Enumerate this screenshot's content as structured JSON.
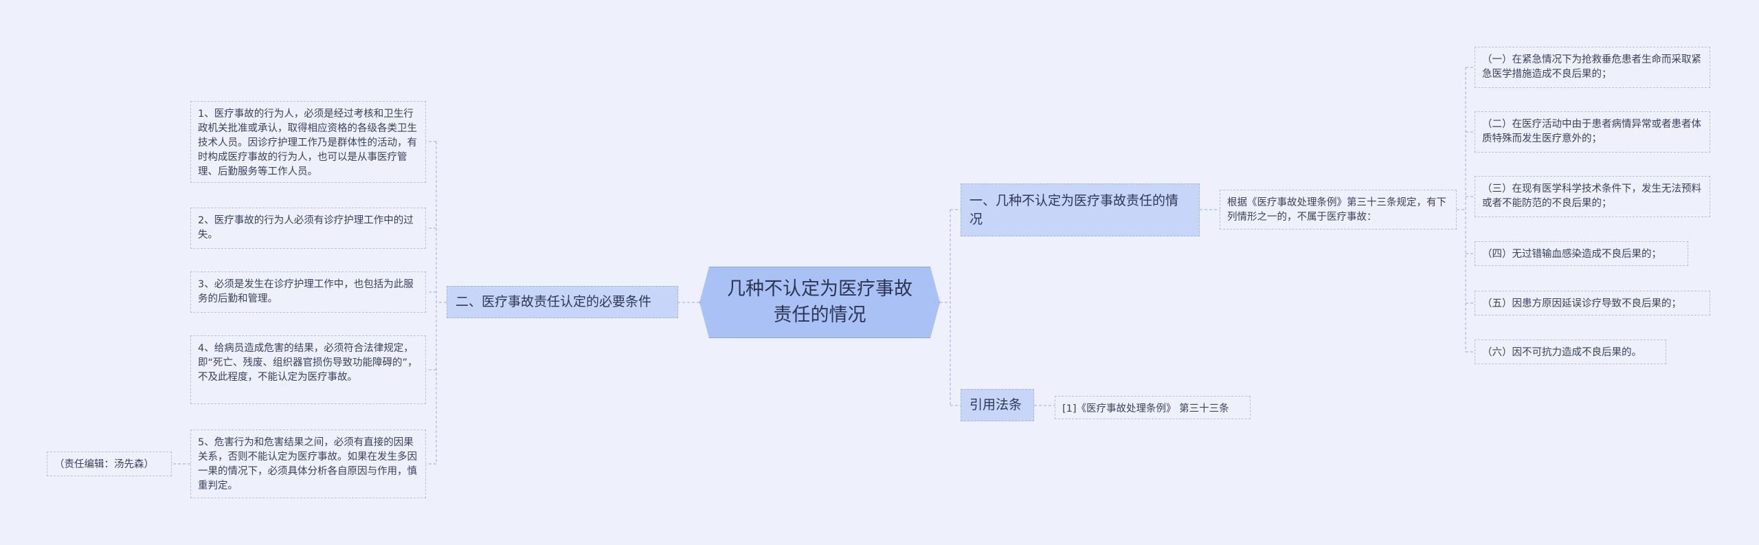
{
  "colors": {
    "background": "#eef1fb",
    "root_fill": "#a9c1f5",
    "branch_fill": "#c7d6f8",
    "connector": "#a8b8da"
  },
  "root": {
    "label": "几种不认定为医疗事故责任的情况"
  },
  "branches": {
    "situations": {
      "label": "一、几种不认定为医疗事故责任的情况",
      "intro": "根据《医疗事故处理条例》第三十三条规定，有下列情形之一的，不属于医疗事故：",
      "cases": [
        "（一）在紧急情况下为抢救垂危患者生命而采取紧急医学措施造成不良后果的；",
        "（二）在医疗活动中由于患者病情异常或者患者体质特殊而发生医疗意外的；",
        "（三）在现有医学科学技术条件下，发生无法预料或者不能防范的不良后果的；",
        "（四）无过错输血感染造成不良后果的；",
        "（五）因患方原因延误诊疗导致不良后果的；",
        "（六）因不可抗力造成不良后果的。"
      ]
    },
    "conditions": {
      "label": "二、医疗事故责任认定的必要条件",
      "items": [
        "1、医疗事故的行为人，必须是经过考核和卫生行政机关批准或承认，取得相应资格的各级各类卫生技术人员。因诊疗护理工作乃是群体性的活动，有时构成医疗事故的行为人，也可以是从事医疗管理、后勤服务等工作人员。",
        "2、医疗事故的行为人必须有诊疗护理工作中的过失。",
        "3、必须是发生在诊疗护理工作中，也包括为此服务的后勤和管理。",
        "4、给病员造成危害的结果，必须符合法律规定，即“死亡、残废、组织器官损伤导致功能障碍的”，不及此程度，不能认定为医疗事故。",
        "5、危害行为和危害结果之间，必须有直接的因果关系，否则不能认定为医疗事故。如果在发生多因一果的情况下，必须具体分析各自原因与作用，慎重判定。"
      ],
      "editor": "（责任编辑：汤先森）"
    },
    "references": {
      "label": "引用法条",
      "item": "[1]《医疗事故处理条例》 第三十三条"
    }
  }
}
